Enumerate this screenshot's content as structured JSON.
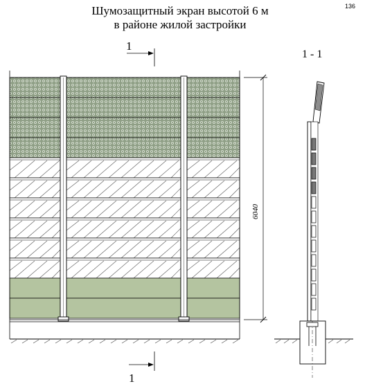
{
  "page_number": "136",
  "title": {
    "line1": "Шумозащитный экран высотой 6 м",
    "line2": "в районе жилой застройки"
  },
  "section_mark_top": "1",
  "section_mark_bottom": "1",
  "section_view_label": "1 - 1",
  "height_dimension": "6040",
  "colors": {
    "perforated_panel": "#8f9f86",
    "glass_panel": "#ffffff",
    "solid_panel": "#b4c4a0",
    "post": "#ffffff",
    "line": "#000000"
  },
  "panels": {
    "perforated_rows": 4,
    "glass_rows": 6,
    "solid_rows": 2
  }
}
